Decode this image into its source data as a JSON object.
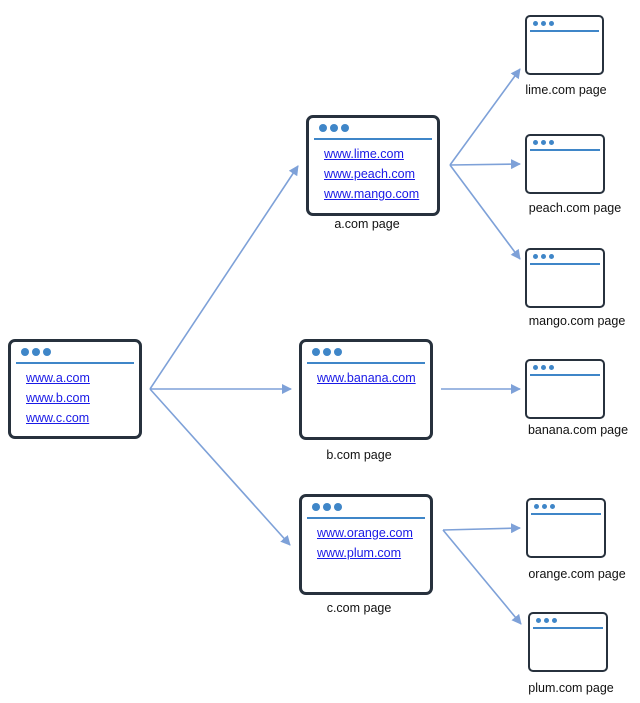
{
  "root": {
    "links": [
      "www.a.com",
      "www.b.com",
      "www.c.com"
    ]
  },
  "a_page": {
    "links": [
      "www.lime.com",
      "www.peach.com",
      "www.mango.com"
    ],
    "caption": "a.com page"
  },
  "b_page": {
    "links": [
      "www.banana.com"
    ],
    "caption": "b.com page"
  },
  "c_page": {
    "links": [
      "www.orange.com",
      "www.plum.com"
    ],
    "caption": "c.com page"
  },
  "leaves": {
    "lime": "lime.com page",
    "peach": "peach.com page",
    "mango": "mango.com page",
    "banana": "banana.com page",
    "orange": "orange.com page",
    "plum": "plum.com page"
  },
  "colors": {
    "frame": "#27313d",
    "accent": "#3f86c8",
    "arrow": "#7ea1d8",
    "link": "#1a1ae6"
  }
}
